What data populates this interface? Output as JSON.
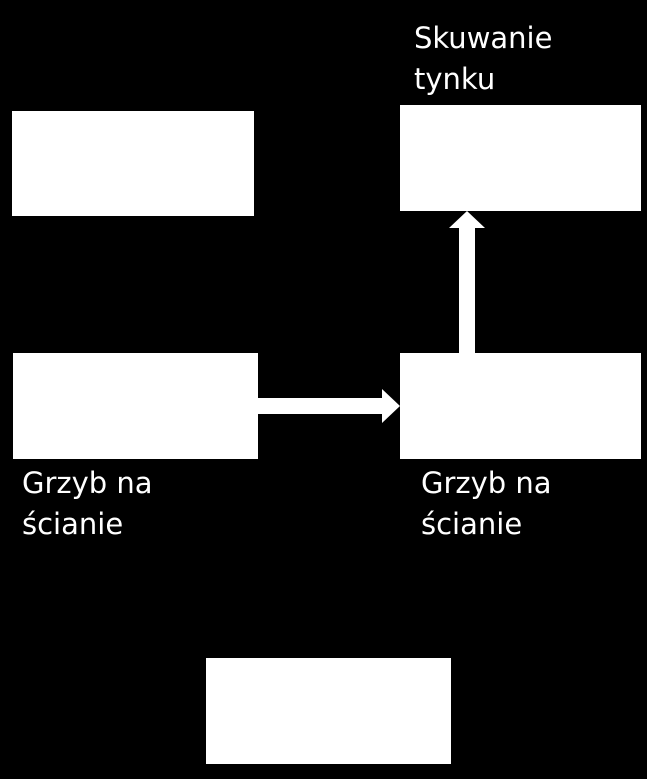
{
  "diagram": {
    "nodes": [
      {
        "id": "top-left",
        "label": ""
      },
      {
        "id": "top-right",
        "label": ""
      },
      {
        "id": "mid-left",
        "label": ""
      },
      {
        "id": "mid-right",
        "label": ""
      },
      {
        "id": "bottom",
        "label": ""
      }
    ],
    "annotations": {
      "top_right": [
        "Skuwanie",
        "tynku"
      ],
      "mid_left": [
        "Grzyb na",
        "ścianie"
      ],
      "mid_right": [
        "Grzyb na",
        "ścianie"
      ]
    },
    "edges": [
      {
        "from": "mid-left",
        "to": "mid-right"
      },
      {
        "from": "mid-right",
        "to": "top-right"
      }
    ],
    "colors": {
      "background": "#000000",
      "box": "#ffffff",
      "text": "#ffffff",
      "arrow": "#ffffff"
    }
  }
}
